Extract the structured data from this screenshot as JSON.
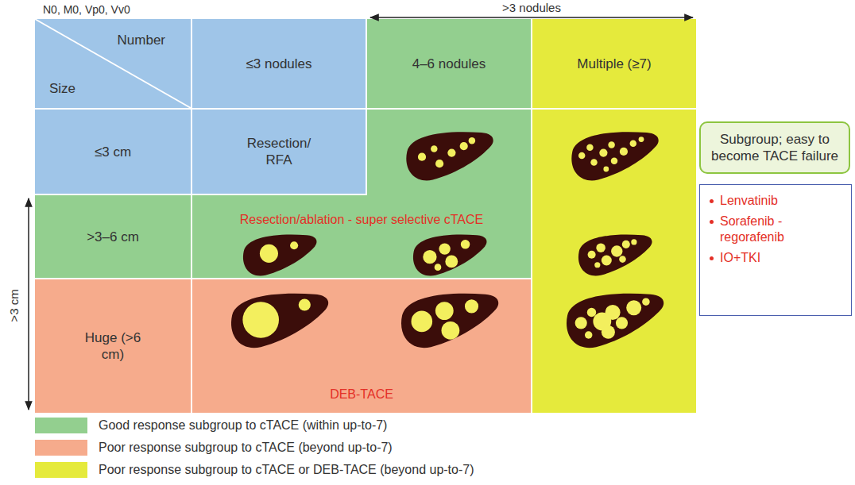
{
  "diagram": {
    "nodes": [
      {
        "text": [
          "Number",
          "Size"
        ]
      },
      {
        "text": [
          "≤3 nodules"
        ]
      },
      {
        "text": [
          "4–6 nodules"
        ]
      },
      {
        "text": [
          "Multiple (≥7)"
        ]
      },
      {
        "text": [
          "≤3 cm"
        ]
      },
      {
        "text": [
          "Resection/ RFA"
        ]
      },
      {
        "text": [
          ">3–6 cm"
        ]
      },
      {
        "text": [
          "Huge (>6 cm)"
        ]
      },
      {
        "text": [
          "Subgroup; easy to become TACE failure"
        ]
      },
      {
        "text": [
          "Lenvatinib",
          "Sorafenib - regorafenib",
          "IO+TKI"
        ]
      }
    ],
    "labels": [
      "N0, M0, Vp0, Vv0",
      ">3 nodules",
      ">3 cm",
      "Resection/ablation - super selective cTACE",
      "DEB-TACE"
    ],
    "legend": [
      {
        "text": "Good response subgroup to cTACE (within up-to-7)",
        "color": "#93cf8f"
      },
      {
        "text": "Poor response subgroup to cTACE (beyond up-to-7)",
        "color": "#f6ab8c"
      },
      {
        "text": "Poor response subgroup to cTACE or DEB-TACE (beyond up-to-7)",
        "color": "#e5ea3c"
      }
    ]
  }
}
